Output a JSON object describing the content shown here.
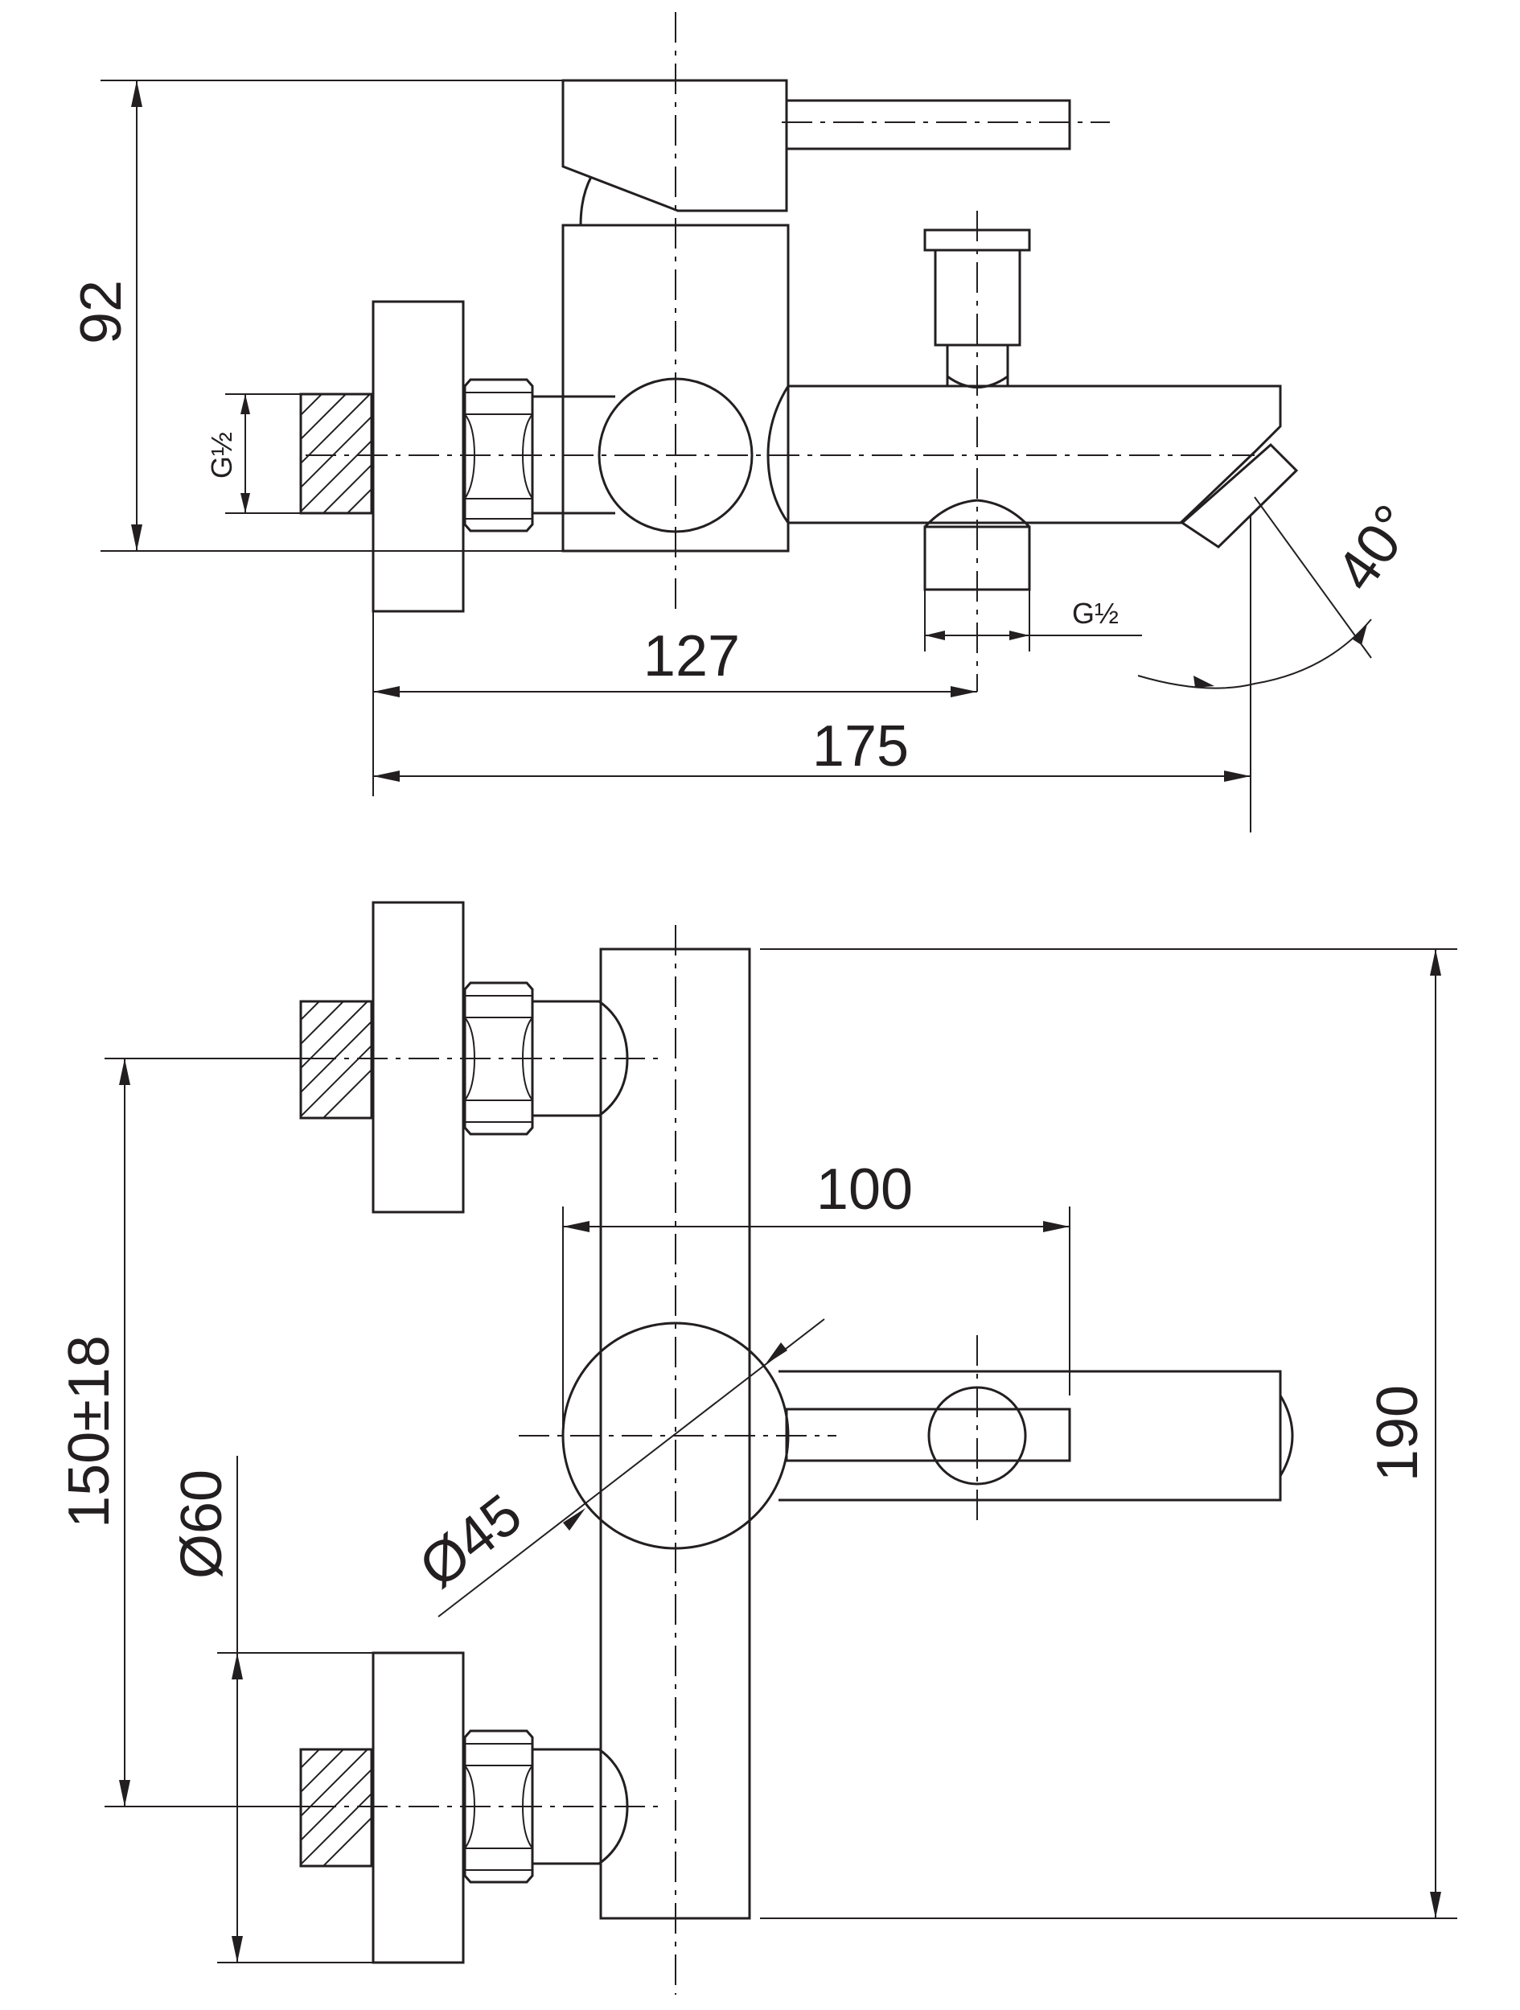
{
  "drawing": {
    "top_view": {
      "dim_height": "92",
      "dim_inlet_thread": "G½",
      "dim_outlet_thread": "G½",
      "dim_to_outlet": "127",
      "dim_overall_length": "175",
      "dim_spout_angle": "40°"
    },
    "front_view": {
      "dim_handle_reach": "100",
      "dim_body_height": "190",
      "dim_centres": "150±18",
      "dim_flange_dia": "Ø60",
      "dim_cartridge_dia": "Ø45"
    }
  }
}
